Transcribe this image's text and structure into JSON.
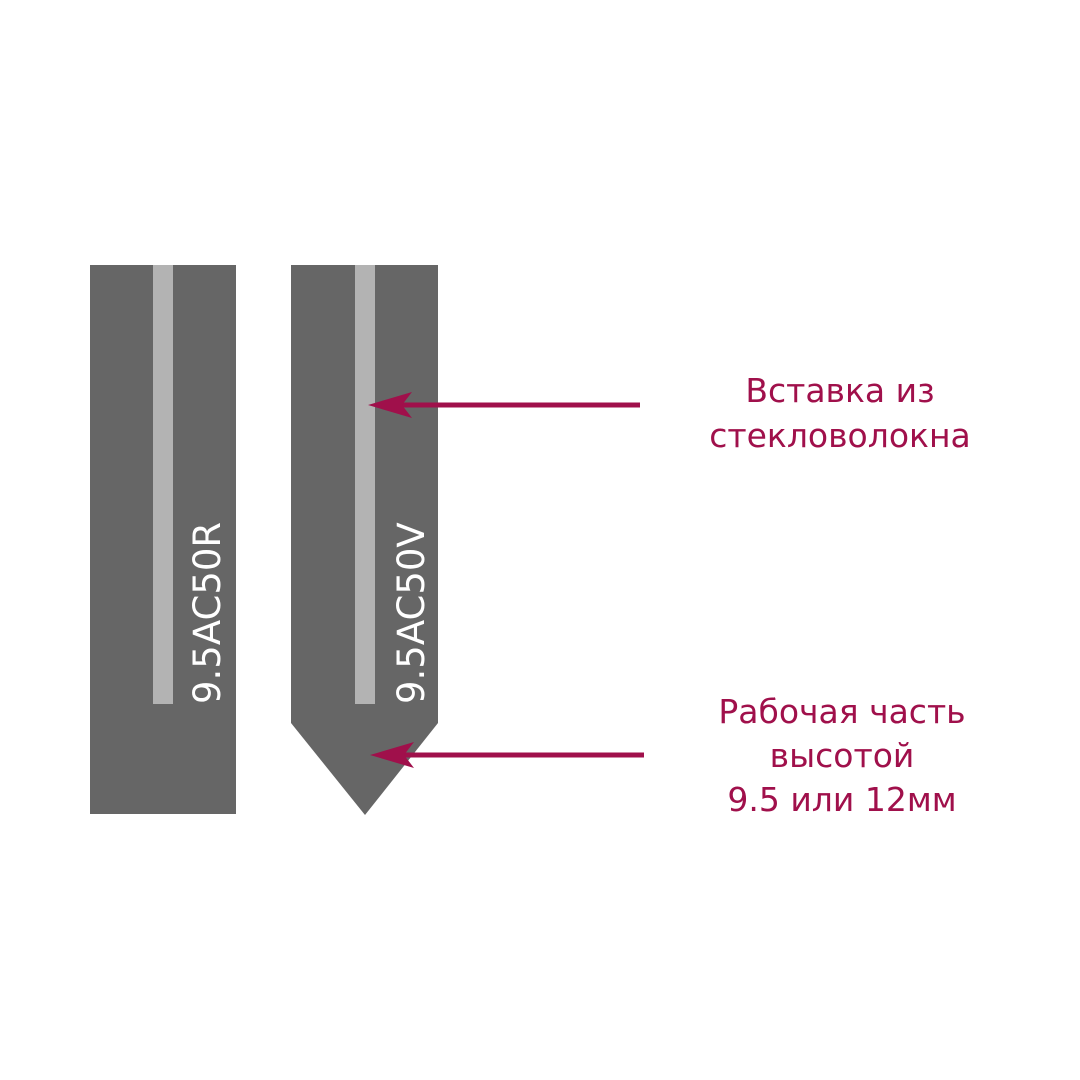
{
  "colors": {
    "background": "#ffffff",
    "blade": "#666666",
    "insert": "#b3b3b3",
    "label_text": "#ffffff",
    "accent": "#a0104b"
  },
  "blades": [
    {
      "name": "straight-blade",
      "label": "9.5AC50R"
    },
    {
      "name": "pointed-blade",
      "label": "9.5AC50V"
    }
  ],
  "callouts": {
    "insert": {
      "lines": [
        "Вставка из",
        "стекловолокна"
      ]
    },
    "working_part": {
      "lines": [
        "Рабочая часть",
        "высотой",
        "9.5 или 12мм"
      ]
    }
  }
}
